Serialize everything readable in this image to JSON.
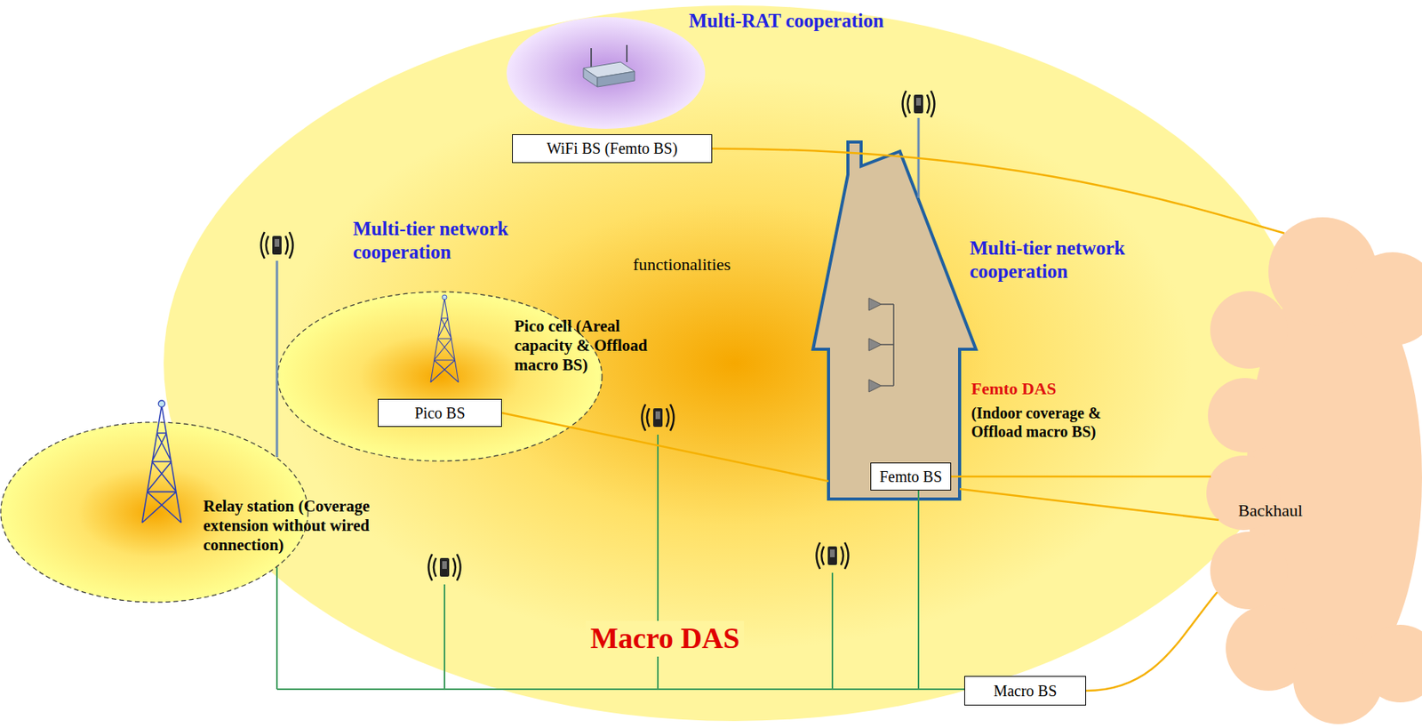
{
  "diagram": {
    "nodes": [
      {
        "text": [
          "Macro DAS"
        ]
      },
      {
        "text": [
          "WiFi BS (Femto BS)"
        ],
        "in": 0
      },
      {
        "text": [
          "Pico cell (Areal capacity & Offload macro BS)"
        ],
        "in": 0
      },
      {
        "text": [
          "Pico BS"
        ],
        "in": 2
      },
      {
        "text": [
          "Femto DAS",
          "(Indoor coverage & Offload macro BS)"
        ],
        "in": 0
      },
      {
        "text": [
          "Femto BS"
        ],
        "in": 4
      },
      {
        "text": [
          "Relay station (Coverage extension without wired connection)"
        ]
      },
      {
        "text": [
          "Macro BS"
        ]
      },
      {
        "text": [
          "Backhaul"
        ]
      }
    ],
    "edges": [
      {
        "from": 1,
        "to": 8,
        "arrow": "none"
      },
      {
        "from": 3,
        "to": 4,
        "arrow": "none"
      },
      {
        "from": 5,
        "to": 8,
        "arrow": "none"
      },
      {
        "from": 4,
        "to": 8,
        "arrow": "none"
      },
      {
        "from": 7,
        "to": 8,
        "arrow": "none"
      }
    ],
    "labels": [
      "Multi-RAT cooperation",
      "Multi-tier network cooperation",
      "Multi-tier network cooperation",
      "functionalities"
    ]
  }
}
